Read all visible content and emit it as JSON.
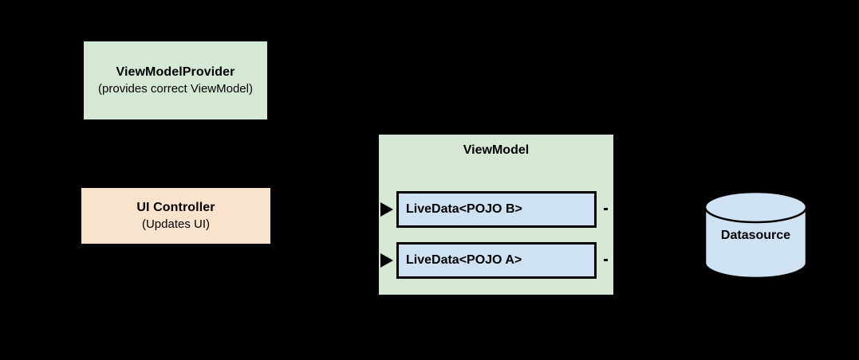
{
  "diagram": {
    "background_color": "#000000",
    "nodes": {
      "viewmodel_provider": {
        "title": "ViewModelProvider",
        "subtitle": "(provides correct ViewModel)",
        "fill_color": "#d5e8d4"
      },
      "ui_controller": {
        "title": "UI Controller",
        "subtitle": "(Updates UI)",
        "fill_color": "#fae3cd"
      },
      "viewmodel": {
        "title": "ViewModel",
        "fill_color": "#d5e8d4",
        "livedata": [
          {
            "label": "LiveData<POJO B>",
            "fill_color": "#cfe2f3"
          },
          {
            "label": "LiveData<POJO A>",
            "fill_color": "#cfe2f3"
          }
        ]
      },
      "datasource": {
        "title": "Datasource",
        "fill_color": "#cfe2f3"
      }
    }
  }
}
